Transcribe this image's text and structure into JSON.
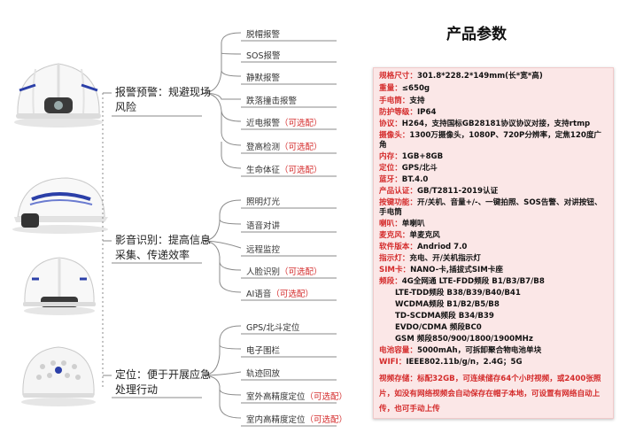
{
  "title": "产品参数",
  "categories": [
    {
      "label": "报警预警：规避现场风险",
      "items": [
        {
          "text": "脱帽报警",
          "optional": ""
        },
        {
          "text": "SOS报警",
          "optional": ""
        },
        {
          "text": "静默报警",
          "optional": ""
        },
        {
          "text": "跌落撞击报警",
          "optional": ""
        },
        {
          "text": "近电报警",
          "optional": "（可选配）"
        },
        {
          "text": "登高检测",
          "optional": "（可选配）"
        },
        {
          "text": "生命体征",
          "optional": "（可选配）"
        }
      ]
    },
    {
      "label": "影音识别：提高信息采集、传递效率",
      "items": [
        {
          "text": "照明灯光",
          "optional": ""
        },
        {
          "text": "语音对讲",
          "optional": ""
        },
        {
          "text": "远程监控",
          "optional": ""
        },
        {
          "text": "人脸识别",
          "optional": "（可选配）"
        },
        {
          "text": "AI语音",
          "optional": "（可选配）"
        }
      ]
    },
    {
      "label": "定位：便于开展应急处理行动",
      "items": [
        {
          "text": "GPS/北斗定位",
          "optional": ""
        },
        {
          "text": "电子围栏",
          "optional": ""
        },
        {
          "text": "轨迹回放",
          "optional": ""
        },
        {
          "text": "室外高精度定位",
          "optional": "（可选配）"
        },
        {
          "text": "室内高精度定位",
          "optional": "（可选配）"
        }
      ]
    }
  ],
  "specs": [
    {
      "key": "规格尺寸：",
      "value": "301.8*228.2*149mm(长*宽*高)"
    },
    {
      "key": "重量：",
      "value": "≤650g"
    },
    {
      "key": "手电筒：",
      "value": "支持"
    },
    {
      "key": "防护等级：",
      "value": "IP64"
    },
    {
      "key": "协议：",
      "value": "H264，支持国标GB28181协议协议对接，支持rtmp"
    },
    {
      "key": "摄像头：",
      "value": "1300万摄像头，1080P、720P分辨率，定焦120度广角"
    },
    {
      "key": "内存：",
      "value": "1GB+8GB"
    },
    {
      "key": "定位：",
      "value": "GPS/北斗"
    },
    {
      "key": "蓝牙：",
      "value": "BT.4.0"
    },
    {
      "key": "产品认证：",
      "value": "GB/T2811-2019认证"
    },
    {
      "key": "按键功能：",
      "value": "开/关机、音量+/-、一键拍照、SOS告警、对讲按钮、手电筒"
    },
    {
      "key": "喇叭：",
      "value": "单喇叭"
    },
    {
      "key": "麦克风：",
      "value": "单麦克风"
    },
    {
      "key": "软件版本：",
      "value": "Andriod 7.0"
    },
    {
      "key": "指示灯：",
      "value": "充电、开/关机指示灯"
    },
    {
      "key": "SIM卡：",
      "value": "NANO-卡,插拔式SIM卡座"
    },
    {
      "key": "频段：",
      "value": "4G全网通    LTE-FDD频段 B1/B3/B7/B8"
    },
    {
      "key": "",
      "value": "LTE-TDD频段 B38/B39/B40/B41"
    },
    {
      "key": "",
      "value": "WCDMA频段 B1/B2/B5/B8"
    },
    {
      "key": "",
      "value": "TD-SCDMA频段 B34/B39"
    },
    {
      "key": "",
      "value": "EVDO/CDMA 频段BC0"
    },
    {
      "key": "",
      "value": "GSM 频段850/900/1800/1900MHz"
    },
    {
      "key": "电池容量：",
      "value": "5000mAh，可拆卸聚合物电池单块"
    },
    {
      "key": "WIFI：",
      "value": "IEEE802.11b/g/n，2.4G；5G"
    },
    {
      "key": "视频存储：",
      "value": "标配32GB，可连续储存64个小时视频，或2400张照片，如没有网络视频会自动保存在帽子本地，可设置有网络自动上传，也可手动上传"
    }
  ]
}
